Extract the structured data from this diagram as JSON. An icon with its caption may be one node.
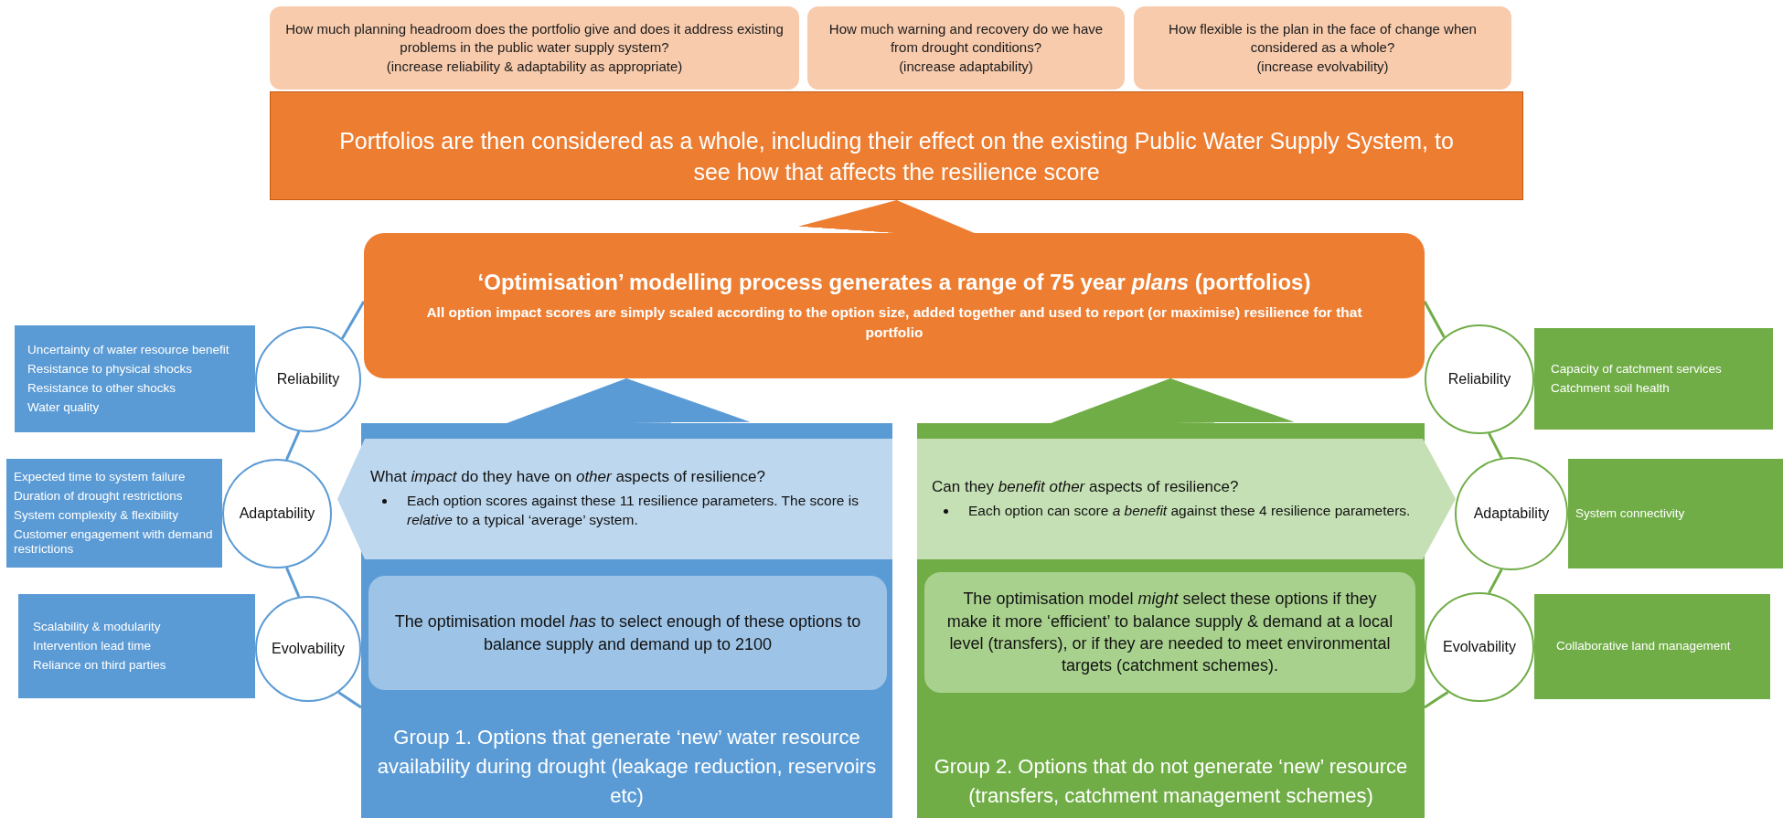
{
  "diagram": {
    "nodes": [
      {
        "text": [
          "How much planning headroom does the portfolio give and does it address existing problems in the public water supply system?",
          "(increase reliability & adaptability as appropriate)"
        ]
      },
      {
        "text": [
          "How much warning and recovery do we have from drought conditions?",
          "(increase adaptability)"
        ]
      },
      {
        "text": [
          "How flexible is the plan in the face of change when considered as a whole?",
          "(increase evolvability)"
        ]
      },
      {
        "text": [
          "Portfolios are then considered as a whole, including their effect on the existing Public Water Supply System, to see how that affects the resilience score"
        ]
      },
      {
        "text": [
          "‘Optimisation’ modelling process generates a range of 75 year *plans* (portfolios)",
          "All option impact scores are simply scaled according to the option size, added together and used to report (or maximise) resilience for that portfolio"
        ]
      },
      {
        "text": [
          "Uncertainty of water resource benefit",
          "Resistance to physical shocks",
          "Resistance to other shocks",
          "Water quality"
        ]
      },
      {
        "text": [
          "Reliability"
        ]
      },
      {
        "text": [
          "Expected time to system failure",
          "Duration of drought restrictions",
          "System complexity & flexibility",
          "Customer engagement with demand restrictions"
        ]
      },
      {
        "text": [
          "Adaptability"
        ]
      },
      {
        "text": [
          "Scalability & modularity",
          "Intervention  lead time",
          "Reliance on third parties"
        ]
      },
      {
        "text": [
          "Evolvability"
        ]
      },
      {
        "text": [
          "Group 1. Options that generate ‘new’ water resource availability during drought (leakage reduction, reservoirs etc)"
        ]
      },
      {
        "text": [
          "What *impact* do they have on *other* aspects of resilience?",
          "Each option scores against these 11 resilience parameters. The score is *relative* to a typical ‘average’ system."
        ],
        "in": 11
      },
      {
        "text": [
          "The optimisation model *has* to select enough of these options to balance supply and demand up to 2100"
        ],
        "in": 11
      },
      {
        "text": [
          "Group 2. Options that do not generate ‘new’ resource (transfers, catchment management schemes)"
        ]
      },
      {
        "text": [
          "Can they *benefit other* aspects of resilience?",
          "Each option can score *a benefit* against these 4 resilience parameters."
        ],
        "in": 14
      },
      {
        "text": [
          "The optimisation model *might* select these options if they make it more ‘efficient’ to balance supply & demand at a local level (transfers), or if they are needed to meet environmental targets (catchment schemes)."
        ],
        "in": 14
      },
      {
        "text": [
          "Reliability"
        ]
      },
      {
        "text": [
          "Capacity of catchment services",
          "Catchment soil health"
        ]
      },
      {
        "text": [
          "Adaptability"
        ]
      },
      {
        "text": [
          "System connectivity"
        ]
      },
      {
        "text": [
          "Evolvability"
        ]
      },
      {
        "text": [
          "Collaborative land management"
        ]
      }
    ],
    "edges": [
      {
        "from": 4,
        "to": 3,
        "arrow": "to",
        "color": "#ed7d31"
      },
      {
        "from": 11,
        "to": 4,
        "arrow": "to",
        "color": "#5b9bd5"
      },
      {
        "from": 14,
        "to": 4,
        "arrow": "to",
        "color": "#70ad47"
      },
      {
        "from": 4,
        "to": 6,
        "arrow": "none",
        "color": "#5b9bd5"
      },
      {
        "from": 6,
        "to": 8,
        "arrow": "none",
        "color": "#5b9bd5"
      },
      {
        "from": 8,
        "to": 10,
        "arrow": "none",
        "color": "#5b9bd5"
      },
      {
        "from": 10,
        "to": 11,
        "arrow": "none",
        "color": "#5b9bd5"
      },
      {
        "from": 4,
        "to": 17,
        "arrow": "none",
        "color": "#70ad47"
      },
      {
        "from": 17,
        "to": 19,
        "arrow": "none",
        "color": "#70ad47"
      },
      {
        "from": 19,
        "to": 21,
        "arrow": "none",
        "color": "#70ad47"
      },
      {
        "from": 21,
        "to": 14,
        "arrow": "none",
        "color": "#70ad47"
      }
    ]
  }
}
